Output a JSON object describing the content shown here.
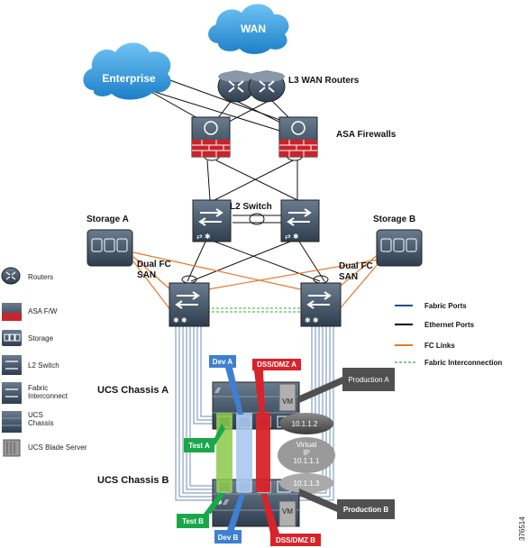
{
  "clouds": {
    "wan": "WAN",
    "enterprise": "Enterprise"
  },
  "devices": {
    "l3_routers": "L3 WAN Routers",
    "asa_firewalls": "ASA Firewalls",
    "l2_switch": "L2 Switch",
    "storage_a": "Storage A",
    "storage_b": "Storage B",
    "dual_fc_san_left": [
      "Dual FC",
      "SAN"
    ],
    "dual_fc_san_right": [
      "Dual FC",
      "SAN"
    ],
    "ucs_chassis_a": "UCS Chassis A",
    "ucs_chassis_b": "UCS Chassis B"
  },
  "callouts": {
    "dev_a": "Dev A",
    "dss_dmz_a": "DSS/DMZ A",
    "production_a": "Production A",
    "test_a": "Test A",
    "test_b": "Test B",
    "dev_b": "Dev B",
    "dss_dmz_b": "DSS/DMZ B",
    "production_b": "Production B",
    "vm_top": "VM",
    "vm_bottom": "VM"
  },
  "vip": {
    "ip_a": "10.1.1.2",
    "virtual": "Virtual",
    "ip_word": "IP",
    "ip_virtual": "10.1.1.1",
    "ip_b": "10.1.1.3"
  },
  "legend_left": [
    {
      "label": "Routers"
    },
    {
      "label": "ASA F/W"
    },
    {
      "label": "Storage"
    },
    {
      "label": "L2 Switch"
    },
    {
      "label": "Fabric",
      "label2": "Interconnect"
    },
    {
      "label": "UCS",
      "label2": "Chassis"
    },
    {
      "label": "UCS Blade Server"
    }
  ],
  "legend_right": [
    {
      "label": "Fabric Ports",
      "color": "#1f4e8c",
      "style": "solid"
    },
    {
      "label": "Ethernet Ports",
      "color": "#000000",
      "style": "solid"
    },
    {
      "label": "FC Links",
      "color": "#e8782a",
      "style": "solid"
    },
    {
      "label": "Fabric Interconnection",
      "color": "#3aa83a",
      "style": "dashed"
    }
  ],
  "figure_id": "376514",
  "colors": {
    "device": "#3d5064",
    "firewall": "#c8242b",
    "cloud": "#2e8fd6",
    "test": "#1aa74a",
    "dev": "#3f7fd0",
    "dss": "#d8232a",
    "prod": "#505050"
  }
}
